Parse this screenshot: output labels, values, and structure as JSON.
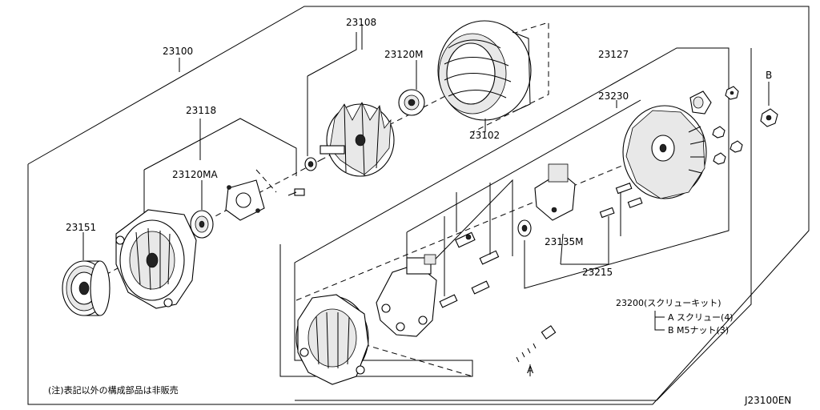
{
  "labels": {
    "p23100": "23100",
    "p23108": "23108",
    "p23120m": "23120M",
    "p23127": "23127",
    "p23118": "23118",
    "p23230": "23230",
    "p23102": "23102",
    "p23120ma": "23120MA",
    "p23151": "23151",
    "p23135m": "23135M",
    "p23215": "23215",
    "pA": "A",
    "pB": "B"
  },
  "kit": {
    "title": "23200(スクリューキット)",
    "item_a": "A スクリュー(4)",
    "item_b": "B M5ナット(3)"
  },
  "note": "(注)表記以外の構成部品は非販売",
  "diagram_code": "J23100EN"
}
